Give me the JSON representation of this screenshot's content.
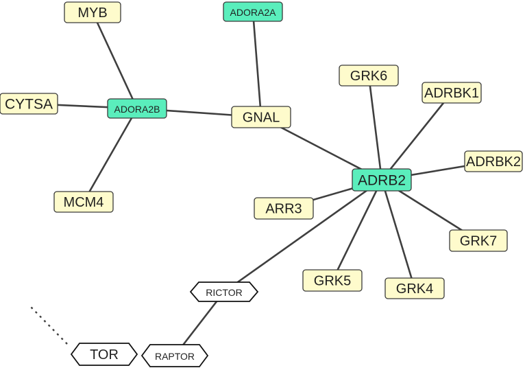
{
  "colors": {
    "yellow_node": "#fefbcc",
    "teal_node": "#5aeebc",
    "hex_node": "#ffffff",
    "edge": "#3f3f3f"
  },
  "nodes": [
    {
      "id": "MYB",
      "label": "MYB",
      "kind": "yellow"
    },
    {
      "id": "ADORA2A",
      "label": "ADORA2A",
      "kind": "teal"
    },
    {
      "id": "CYTSA",
      "label": "CYTSA",
      "kind": "yellow"
    },
    {
      "id": "ADORA2B",
      "label": "ADORA2B",
      "kind": "teal"
    },
    {
      "id": "GNAL",
      "label": "GNAL",
      "kind": "yellow"
    },
    {
      "id": "GRK6",
      "label": "GRK6",
      "kind": "yellow"
    },
    {
      "id": "ADRBK1",
      "label": "ADRBK1",
      "kind": "yellow"
    },
    {
      "id": "ADRBK2",
      "label": "ADRBK2",
      "kind": "yellow"
    },
    {
      "id": "ADRB2",
      "label": "ADRB2",
      "kind": "teal"
    },
    {
      "id": "MCM4",
      "label": "MCM4",
      "kind": "yellow"
    },
    {
      "id": "ARR3",
      "label": "ARR3",
      "kind": "yellow"
    },
    {
      "id": "GRK7",
      "label": "GRK7",
      "kind": "yellow"
    },
    {
      "id": "GRK5",
      "label": "GRK5",
      "kind": "yellow"
    },
    {
      "id": "GRK4",
      "label": "GRK4",
      "kind": "yellow"
    },
    {
      "id": "RICTOR",
      "label": "RICTOR",
      "kind": "hex"
    },
    {
      "id": "TOR",
      "label": "TOR",
      "kind": "hex"
    },
    {
      "id": "RAPTOR",
      "label": "RAPTOR",
      "kind": "hex"
    }
  ],
  "edges": [
    {
      "from": "MYB",
      "to": "ADORA2B"
    },
    {
      "from": "CYTSA",
      "to": "ADORA2B"
    },
    {
      "from": "MCM4",
      "to": "ADORA2B"
    },
    {
      "from": "ADORA2B",
      "to": "GNAL"
    },
    {
      "from": "ADORA2A",
      "to": "GNAL"
    },
    {
      "from": "GNAL",
      "to": "ADRB2"
    },
    {
      "from": "GRK6",
      "to": "ADRB2"
    },
    {
      "from": "ADRBK1",
      "to": "ADRB2"
    },
    {
      "from": "ADRBK2",
      "to": "ADRB2"
    },
    {
      "from": "ARR3",
      "to": "ADRB2"
    },
    {
      "from": "GRK7",
      "to": "ADRB2"
    },
    {
      "from": "GRK5",
      "to": "ADRB2"
    },
    {
      "from": "GRK4",
      "to": "ADRB2"
    },
    {
      "from": "RICTOR",
      "to": "ADRB2"
    },
    {
      "from": "RICTOR",
      "to": "RAPTOR"
    }
  ],
  "dashed_edges": [
    {
      "from": "TOR",
      "to": "offscreen"
    }
  ]
}
